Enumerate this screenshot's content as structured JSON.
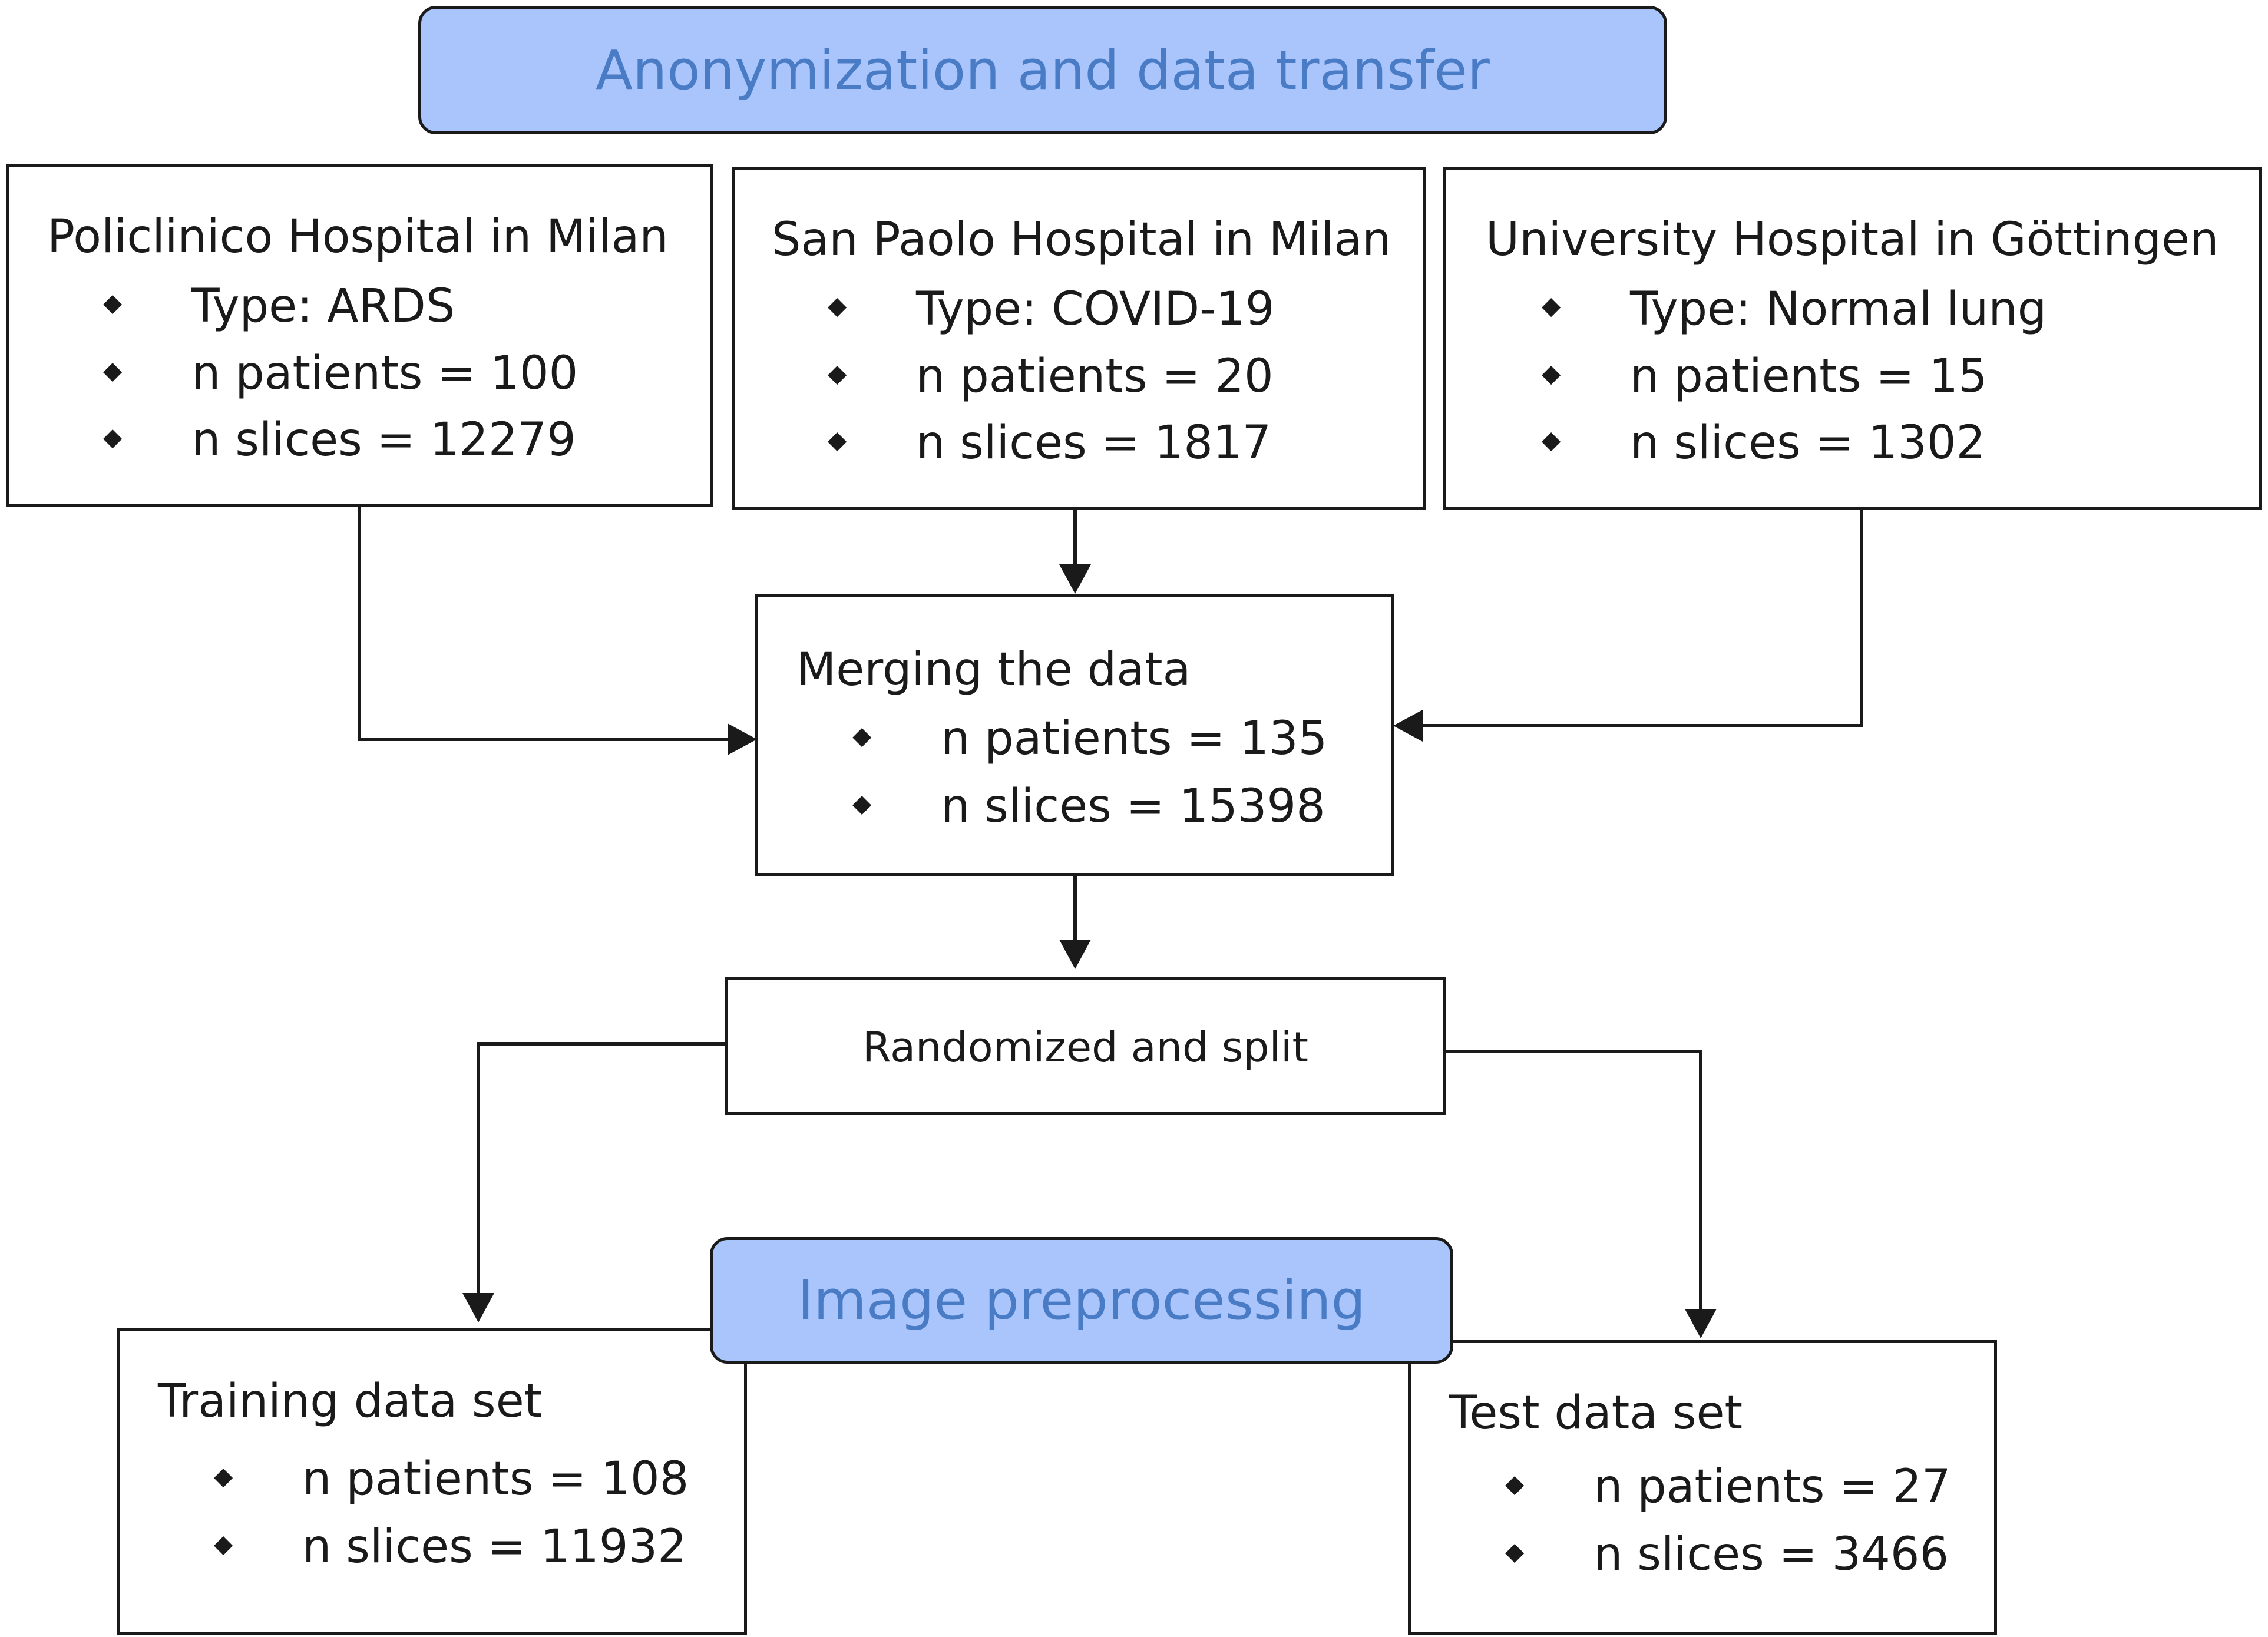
{
  "headers": {
    "top": "Anonymization and data transfer",
    "bottom": "Image preprocessing"
  },
  "hospitals": [
    {
      "name": "Policlinico Hospital in Milan",
      "items": [
        "Type: ARDS",
        "n patients = 100",
        "n slices = 12279"
      ]
    },
    {
      "name": "San Paolo Hospital in Milan",
      "items": [
        "Type: COVID-19",
        "n patients = 20",
        "n slices = 1817"
      ]
    },
    {
      "name": "University Hospital in Göttingen",
      "items": [
        "Type: Normal lung",
        "n patients = 15",
        "n slices = 1302"
      ]
    }
  ],
  "merge": {
    "title": "Merging the data",
    "items": [
      "n patients = 135",
      "n slices = 15398"
    ]
  },
  "split": {
    "label": "Randomized and split"
  },
  "training": {
    "title": "Training data set",
    "items": [
      "n patients = 108",
      "n slices = 11932"
    ]
  },
  "test": {
    "title": "Test data set",
    "items": [
      "n patients = 27",
      "n slices = 3466"
    ]
  },
  "bullet_glyph": "◆"
}
